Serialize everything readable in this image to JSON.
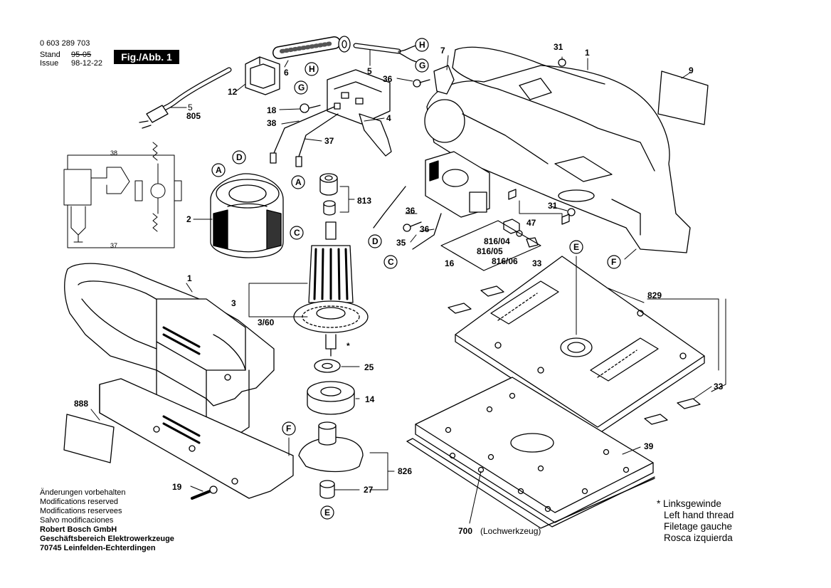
{
  "header": {
    "drawing_number": "0 603 289 703",
    "stand_label": "Stand",
    "stand_value_old": "95-05",
    "issue_label": "Issue",
    "issue_value": "98-12-22",
    "figure_label": "Fig./Abb. 1"
  },
  "part_numbers": {
    "p1_top": "1",
    "p1_left": "1",
    "p2": "2",
    "p3": "3",
    "p3_60": "3/60",
    "p4": "4",
    "p5a": "5",
    "p5b": "5",
    "p6": "6",
    "p7": "7",
    "p9": "9",
    "p12": "12",
    "p14": "14",
    "p16": "16",
    "p18": "18",
    "p19": "19",
    "p25": "25",
    "p27": "27",
    "p31a": "31",
    "p31b": "31",
    "p33a": "33",
    "p33b": "33",
    "p35": "35",
    "p36a": "36",
    "p36b": "36",
    "p36c": "36",
    "p37a": "37",
    "p37b": "37",
    "p38a": "38",
    "p38b": "38",
    "p39": "39",
    "p47": "47",
    "p700": "700",
    "p700_text": "(Lochwerkzeug)",
    "p805": "805",
    "p813": "813",
    "p816_04": "816/04",
    "p816_05": "816/05",
    "p816_06": "816/06",
    "p826": "826",
    "p829": "829",
    "p888": "888",
    "star": "*"
  },
  "callouts": {
    "A1": "A",
    "A2": "A",
    "C1": "C",
    "C2": "C",
    "D1": "D",
    "D2": "D",
    "E1": "E",
    "E2": "E",
    "F1": "F",
    "F2": "F",
    "G1": "G",
    "G2": "G",
    "H1": "H",
    "H2": "H"
  },
  "thread_note": {
    "star": "*",
    "de": "Linksgewinde",
    "en": "Left hand thread",
    "fr": "Filetage gauche",
    "es": "Rosca izquierda"
  },
  "footer": {
    "line1": "Änderungen vorbehalten",
    "line2": "Modifications reserved",
    "line3": "Modifications reservees",
    "line4": "Salvo modificaciones",
    "company": "Robert Bosch GmbH",
    "division": "Geschäftsbereich Elektrowerkzeuge",
    "address": "70745 Leinfelden-Echterdingen"
  }
}
